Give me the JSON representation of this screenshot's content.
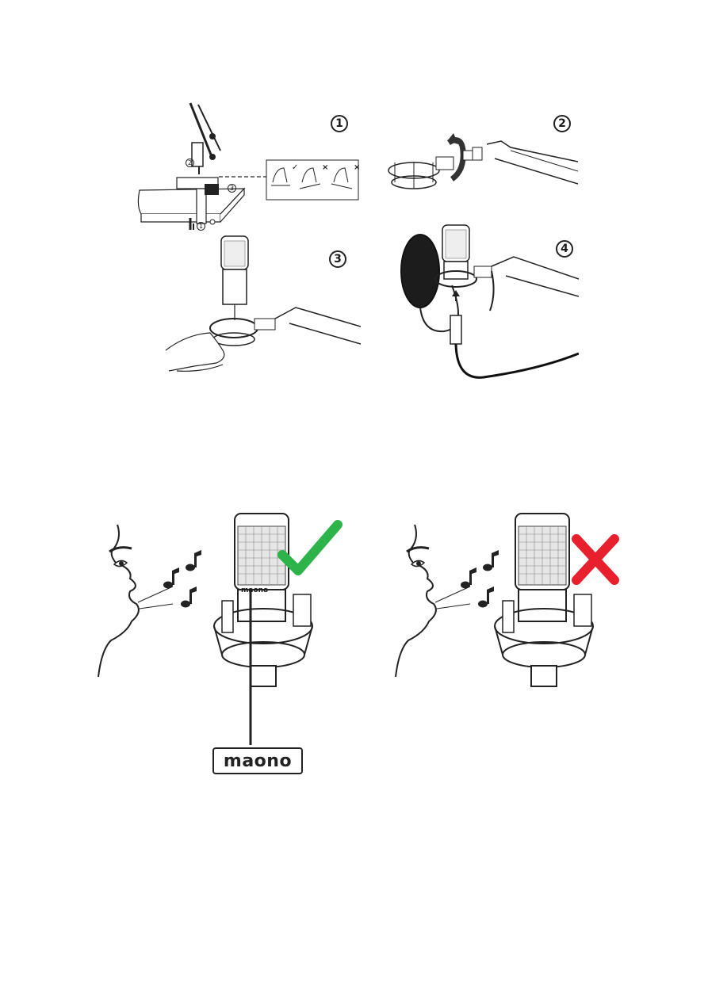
{
  "steps": [
    {
      "number": "1"
    },
    {
      "number": "2"
    },
    {
      "number": "3"
    },
    {
      "number": "4"
    }
  ],
  "small_markers": {
    "two": "2",
    "three": "3",
    "one": "1",
    "check": "✓",
    "cross_a": "×",
    "cross_b": "×"
  },
  "mic_label": "maono",
  "brand_callout": "maono",
  "colors": {
    "correct": "#2db34a",
    "wrong": "#e8202e",
    "line": "#1a1a1a",
    "pop_filter": "#1c1c1c"
  },
  "icons": {
    "correct": "check-mark-icon",
    "wrong": "x-mark-icon",
    "notes": "music-note-icon"
  }
}
